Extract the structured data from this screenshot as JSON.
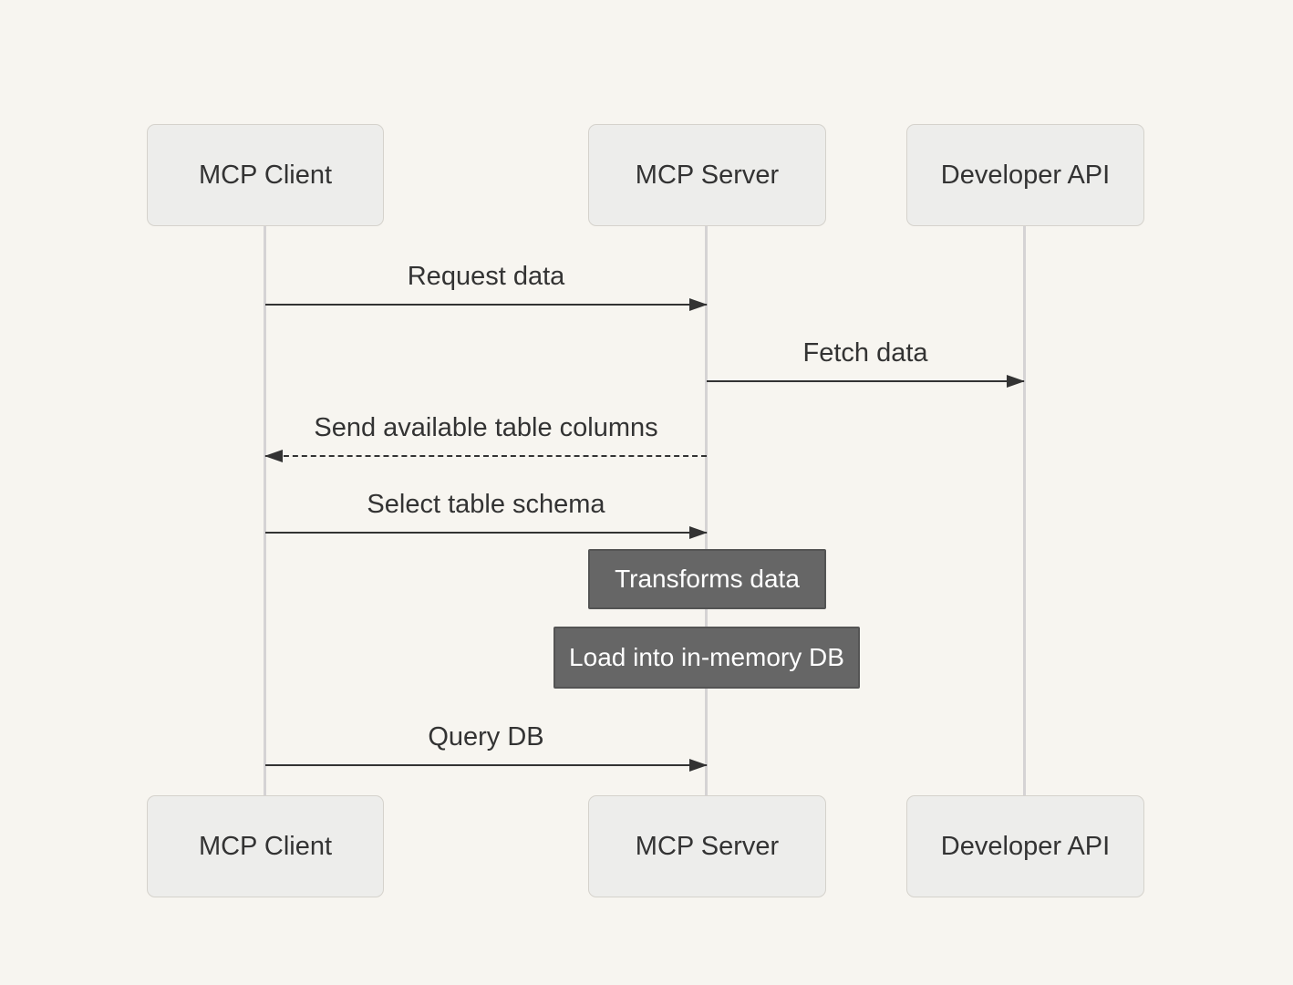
{
  "actors": [
    {
      "id": "mcp-client",
      "label": "MCP Client"
    },
    {
      "id": "mcp-server",
      "label": "MCP Server"
    },
    {
      "id": "developer-api",
      "label": "Developer API"
    }
  ],
  "messages": [
    {
      "label": "Request data",
      "from": "mcp-client",
      "to": "mcp-server",
      "style": "solid",
      "direction": "right"
    },
    {
      "label": "Fetch data",
      "from": "mcp-server",
      "to": "developer-api",
      "style": "solid",
      "direction": "right"
    },
    {
      "label": "Send available table columns",
      "from": "mcp-server",
      "to": "mcp-client",
      "style": "dashed",
      "direction": "left"
    },
    {
      "label": "Select table schema",
      "from": "mcp-client",
      "to": "mcp-server",
      "style": "solid",
      "direction": "right"
    },
    {
      "label": "Query DB",
      "from": "mcp-client",
      "to": "mcp-server",
      "style": "solid",
      "direction": "right"
    }
  ],
  "notes": [
    {
      "label": "Transforms data",
      "over": "mcp-server"
    },
    {
      "label": "Load into in-memory DB",
      "over": "mcp-server"
    }
  ],
  "colors": {
    "background": "#f7f5f0",
    "actor_fill": "#ededeb",
    "actor_border": "#d5d2cc",
    "lifeline": "#d5d3d4",
    "line": "#333333",
    "text": "#333333",
    "note_fill": "#666666",
    "note_border": "#545454",
    "note_text": "#ffffff"
  }
}
